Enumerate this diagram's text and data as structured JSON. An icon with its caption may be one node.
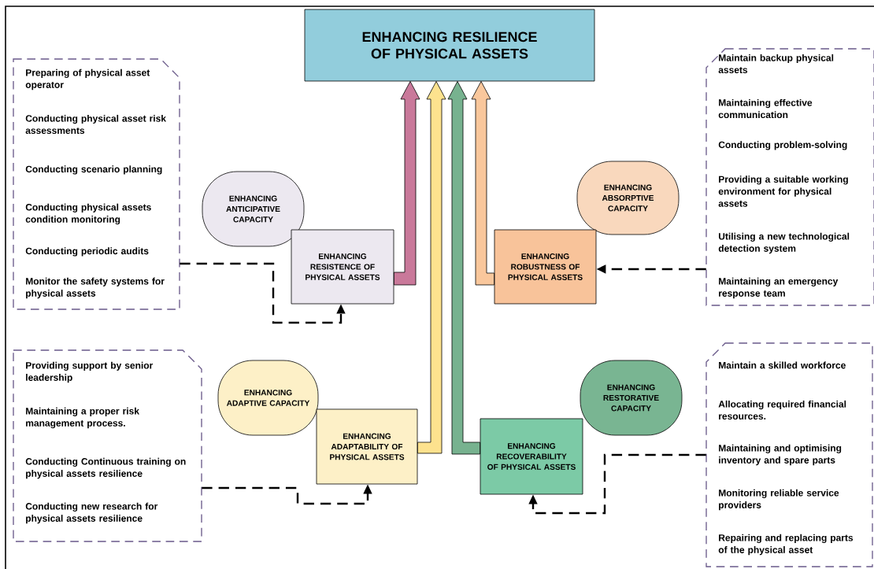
{
  "diagram": {
    "nodes": [
      {
        "text": [
          "ENHANCING RESILIENCE OF PHYSICAL ASSETS"
        ]
      },
      {
        "text": [
          "Preparing of physical asset operator",
          "Conducting physical asset risk assessments",
          "Conducting scenario planning",
          "Conducting physical assets condition monitoring",
          "Conducting periodic audits",
          "Monitor the safety systems for physical assets"
        ]
      },
      {
        "text": [
          "ENHANCING ANTICIPATIVE CAPACITY"
        ]
      },
      {
        "text": [
          "ENHANCING RESISTENCE OF PHYSICAL ASSETS"
        ]
      },
      {
        "text": [
          "ENHANCING ABSORPTIVE CAPACITY"
        ]
      },
      {
        "text": [
          "ENHANCING ROBUSTNESS OF PHYSICAL ASSETS"
        ]
      },
      {
        "text": [
          "Maintain backup physical assets",
          "Maintaining effective communication",
          "Conducting problem-solving",
          "Providing a suitable working environment for physical assets",
          "Utilising a new technological detection system",
          "Maintaining an emergency response team"
        ]
      },
      {
        "text": [
          "Providing support by senior leadership",
          "Maintaining a proper risk management process.",
          "Conducting Continuous training on physical assets resilience",
          "Conducting new research for physical assets resilience"
        ]
      },
      {
        "text": [
          "ENHANCING ADAPTIVE CAPACITY"
        ]
      },
      {
        "text": [
          "ENHANCING ADAPTABILITY OF PHYSICAL ASSETS"
        ]
      },
      {
        "text": [
          "ENHANCING RESTORATIVE CAPACITY"
        ]
      },
      {
        "text": [
          "ENHANCING RECOVERABILITY OF PHYSICAL ASSETS"
        ]
      },
      {
        "text": [
          "Maintain a skilled workforce",
          "Allocating required financial resources.",
          "Maintaining and optimising inventory and spare parts",
          "Monitoring reliable service providers",
          "Repairing and replacing parts of the physical asset"
        ]
      }
    ],
    "edges": [
      {
        "from": 3,
        "to": 0,
        "arrow": "to",
        "style": "thick",
        "color": "#c9799a"
      },
      {
        "from": 9,
        "to": 0,
        "arrow": "to",
        "style": "thick",
        "color": "#fde28e"
      },
      {
        "from": 11,
        "to": 0,
        "arrow": "to",
        "style": "thick",
        "color": "#77b28f"
      },
      {
        "from": 5,
        "to": 0,
        "arrow": "to",
        "style": "thick",
        "color": "#f9c79c"
      },
      {
        "from": 1,
        "to": 3,
        "arrow": "to",
        "style": "dashed"
      },
      {
        "from": 6,
        "to": 5,
        "arrow": "to",
        "style": "dashed"
      },
      {
        "from": 7,
        "to": 9,
        "arrow": "to",
        "style": "dashed"
      },
      {
        "from": 12,
        "to": 11,
        "arrow": "to",
        "style": "dashed"
      }
    ]
  }
}
